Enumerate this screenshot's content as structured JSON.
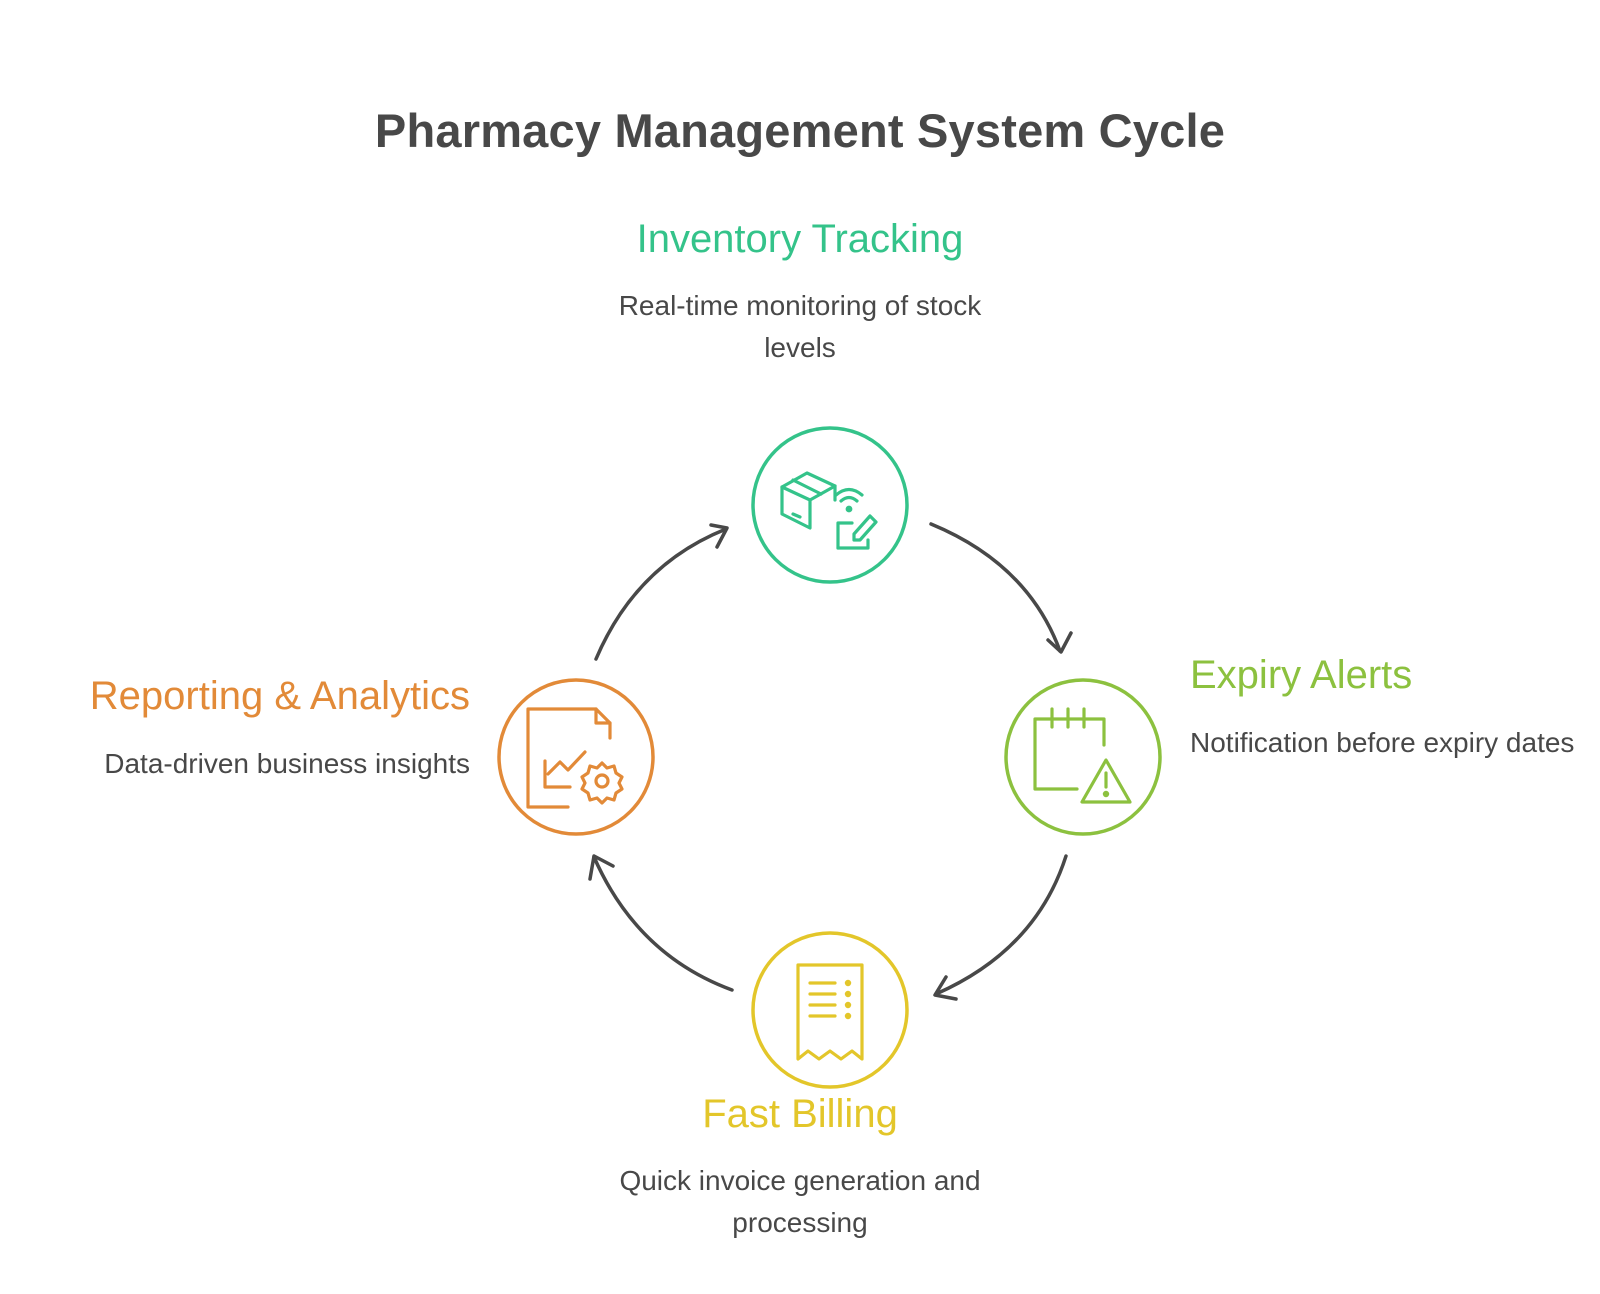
{
  "title": "Pharmacy Management System Cycle",
  "colors": {
    "text": "#484848",
    "arrow": "#484848",
    "inventory": "#34c38a",
    "expiry": "#8cc13f",
    "billing": "#e3c62a",
    "reporting": "#e28a38"
  },
  "steps": {
    "inventory": {
      "heading": "Inventory Tracking",
      "description": "Real-time monitoring of stock levels",
      "icon": "package-tracking-icon"
    },
    "expiry": {
      "heading": "Expiry Alerts",
      "description": "Notification before expiry dates",
      "icon": "calendar-warning-icon"
    },
    "billing": {
      "heading": "Fast Billing",
      "description": "Quick invoice generation and processing",
      "icon": "receipt-icon"
    },
    "reporting": {
      "heading": "Reporting & Analytics",
      "description": "Data-driven business insights",
      "icon": "report-gear-icon"
    }
  }
}
